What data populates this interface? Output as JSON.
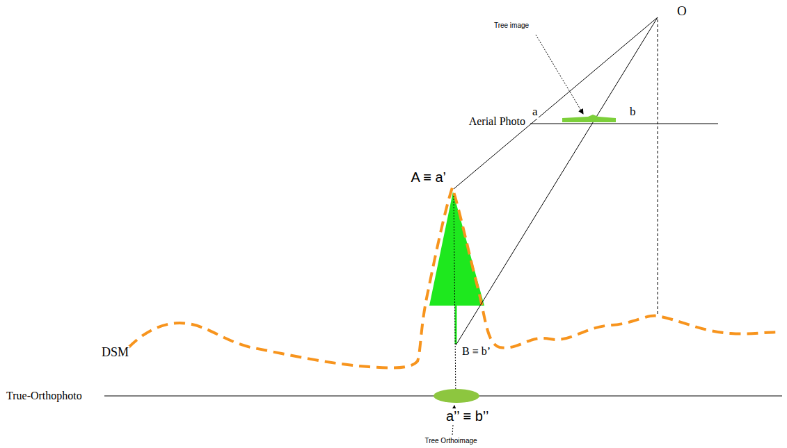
{
  "diagram": {
    "labels": [
      "O",
      "Tree image",
      "Aerial Photo",
      "a",
      "b",
      "A ≡ a’",
      "B ≡ b’",
      "DSM",
      "True-Orthophoto",
      "a’’ ≡ b’’",
      "Tree Orthoimage"
    ]
  }
}
